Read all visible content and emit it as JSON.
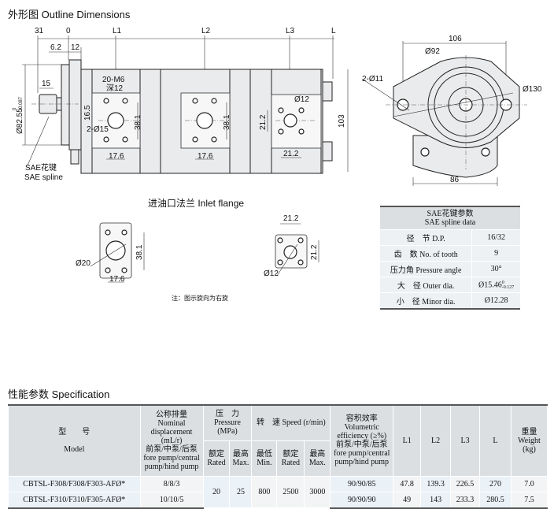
{
  "outline": {
    "title": "外形图   Outline Dimensions",
    "side": {
      "dim_31": "31",
      "dim_0": "0",
      "L1": "L1",
      "L2": "L2",
      "L3": "L3",
      "L": "L",
      "dim_6_2": "6.2",
      "dim_12": "12",
      "dim_15": "15",
      "dia_82": "Ø82.55",
      "tol_82_upper": "0",
      "tol_82_lower": "-0.087",
      "m6": "20-M6",
      "depth": "深12",
      "dim_16_5": "16.5",
      "dia_15": "2-Ø15",
      "dim_38_1a": "38.1",
      "dim_38_1b": "38.1",
      "dim_17_6a": "17.6",
      "dim_17_6b": "17.6",
      "dia_12": "Ø12",
      "dim_21_2v": "21.2",
      "dim_21_2h": "21.2",
      "dim_103": "103",
      "spline_cn": "SAE花键",
      "spline_en": "SAE spline"
    },
    "front": {
      "dim_106": "106",
      "dia_92": "Ø92",
      "holes": "2-Ø11",
      "dia_130": "Ø130",
      "dim_86": "86"
    }
  },
  "inlet": {
    "title": "进油口法兰  Inlet flange",
    "left": {
      "dia": "Ø20",
      "h": "38.1",
      "w": "17.6"
    },
    "right": {
      "dia": "Ø12",
      "h": "21.2",
      "w": "21.2"
    },
    "note": "注：图示旋向为右旋"
  },
  "spline": {
    "title_cn": "SAE花键参数",
    "title_en": "SAE  spline data",
    "rows": [
      {
        "label": "径　节 D.P.",
        "value": "16/32"
      },
      {
        "label": "齿　数 No. of tooth",
        "value": "9"
      },
      {
        "label": "压力角 Pressure angle",
        "value": "30°"
      },
      {
        "label": "大　径 Outer dia.",
        "value": "Ø15.46",
        "tol_upper": "0",
        "tol_lower": "-0.127"
      },
      {
        "label": "小　径 Minor dia.",
        "value": "Ø12.28"
      }
    ]
  },
  "spec": {
    "title": "性能参数   Specification",
    "headers": {
      "model_cn": "型　　号",
      "model_en": "Model",
      "disp": "公称排量 Nominal displacement (mL/r)",
      "disp_sub": "前泵/中泵/后泵 fore pump/central pump/hind pump",
      "pressure": "压　力 Pressure (MPa)",
      "speed": "转　速 Speed (r/min)",
      "eff": "容积效率 Volumetric efficiency (≥%)",
      "eff_sub": "前泵/中泵/后泵 fore pump/central pump/hind pump",
      "L1": "L1",
      "L2": "L2",
      "L3": "L3",
      "L": "L",
      "weight": "重量 Weight (kg)",
      "rated": "额定 Rated",
      "max": "最高 Max.",
      "min": "最低 Min.",
      "rated2": "额定 Rated",
      "max2": "最高 Max."
    },
    "rows": [
      {
        "model": "CBTSL-F308/F308/F303-AFØ*",
        "disp": "8/8/3",
        "p_rated": "20",
        "p_max": "25",
        "s_min": "800",
        "s_rated": "2500",
        "s_max": "3000",
        "eff": "90/90/85",
        "L1": "47.8",
        "L2": "139.3",
        "L3": "226.5",
        "L": "270",
        "weight": "7.0"
      },
      {
        "model": "CBTSL-F310/F310/F305-AFØ*",
        "disp": "10/10/5",
        "eff": "90/90/90",
        "L1": "49",
        "L2": "143",
        "L3": "233.3",
        "L": "280.5",
        "weight": "7.5"
      }
    ]
  }
}
